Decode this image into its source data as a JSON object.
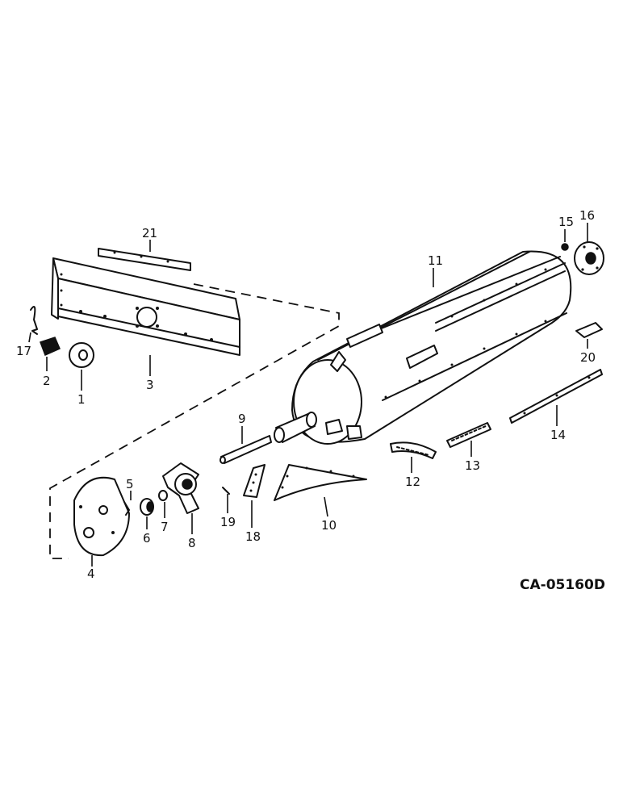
{
  "drawing_code": "CA-05160D",
  "callouts": {
    "c1": "1",
    "c2": "2",
    "c3": "3",
    "c4": "4",
    "c5": "5",
    "c6": "6",
    "c7": "7",
    "c8": "8",
    "c9": "9",
    "c10": "10",
    "c11": "11",
    "c12": "12",
    "c13": "13",
    "c14": "14",
    "c15": "15",
    "c16": "16",
    "c17": "17",
    "c18": "18",
    "c19": "19",
    "c20": "20",
    "c21": "21"
  }
}
